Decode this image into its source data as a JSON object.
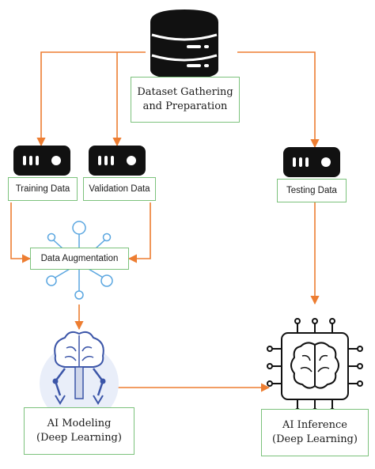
{
  "diagram": {
    "accent_color": "#ED7D31",
    "box_border_color": "#7CC27C",
    "nodes": {
      "dataset": {
        "line1": "Dataset Gathering",
        "line2": "and Preparation",
        "icon": "database-icon"
      },
      "training": {
        "label": "Training Data",
        "icon": "server-icon"
      },
      "validation": {
        "label": "Validation Data",
        "icon": "server-icon"
      },
      "testing": {
        "label": "Testing Data",
        "icon": "server-icon"
      },
      "augmentation": {
        "label": "Data Augmentation",
        "icon": "network-icon"
      },
      "modeling": {
        "line1": "AI Modeling",
        "line2": "(Deep Learning)",
        "icon": "robot-brain-icon"
      },
      "inference": {
        "line1": "AI Inference",
        "line2": "(Deep Learning)",
        "icon": "brain-chip-icon"
      }
    }
  }
}
